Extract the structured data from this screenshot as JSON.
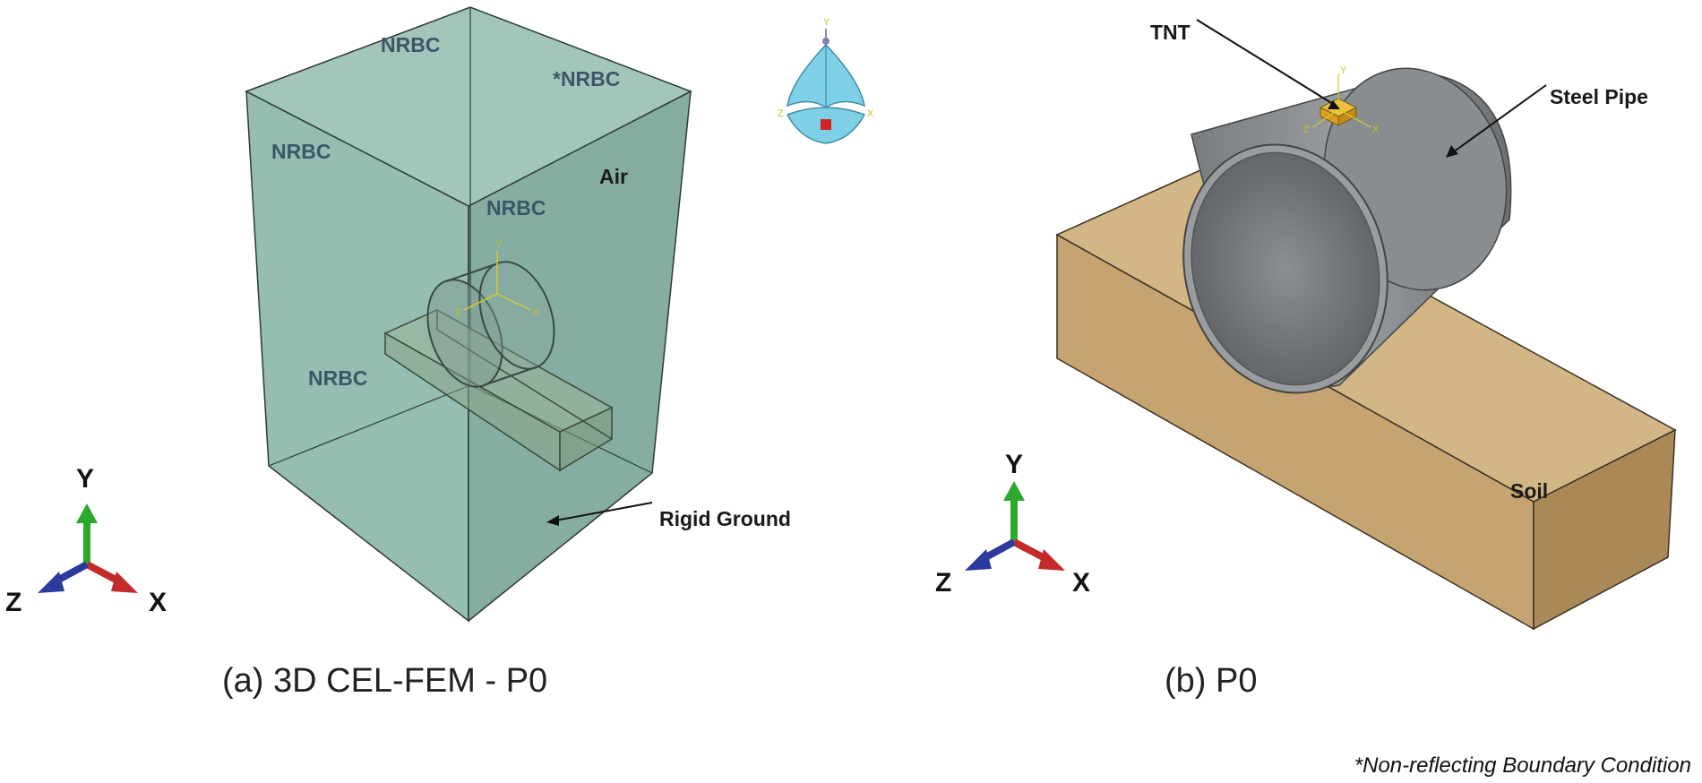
{
  "panel_a": {
    "labels": {
      "nrbc_top": "NRBC",
      "nrbc_top_right": "*NRBC",
      "nrbc_left": "NRBC",
      "nrbc_mid": "NRBC",
      "nrbc_lower": "NRBC",
      "air": "Air",
      "rigid_ground": "Rigid Ground"
    },
    "triad": {
      "y": "Y",
      "z": "Z",
      "x": "X"
    },
    "caption": "(a) 3D CEL-FEM  - P0",
    "view_cube": {
      "y": "Y",
      "z": "Z",
      "x": "X"
    },
    "local_axes": {
      "y": "Y",
      "x": "X",
      "z": "Z"
    }
  },
  "panel_b": {
    "labels": {
      "tnt": "TNT",
      "steel_pipe": "Steel Pipe",
      "soil": "Soil"
    },
    "triad": {
      "y": "Y",
      "z": "Z",
      "x": "X"
    },
    "caption": "(b) P0",
    "local_axes": {
      "y": "Y",
      "x": "X",
      "z": "Z"
    }
  },
  "footnote": "*Non-reflecting Boundary Condition",
  "colors": {
    "air_box": "#8fb9ad",
    "air_box_dark": "#7ea89c",
    "soil_top": "#d6b887",
    "soil_front": "#c9a674",
    "soil_side": "#b08d5e",
    "pipe": "#8a8d90",
    "tnt": "#e3a820",
    "axis_y": "#2ca82c",
    "axis_x": "#c42a2a",
    "axis_z": "#2b3a9c"
  }
}
